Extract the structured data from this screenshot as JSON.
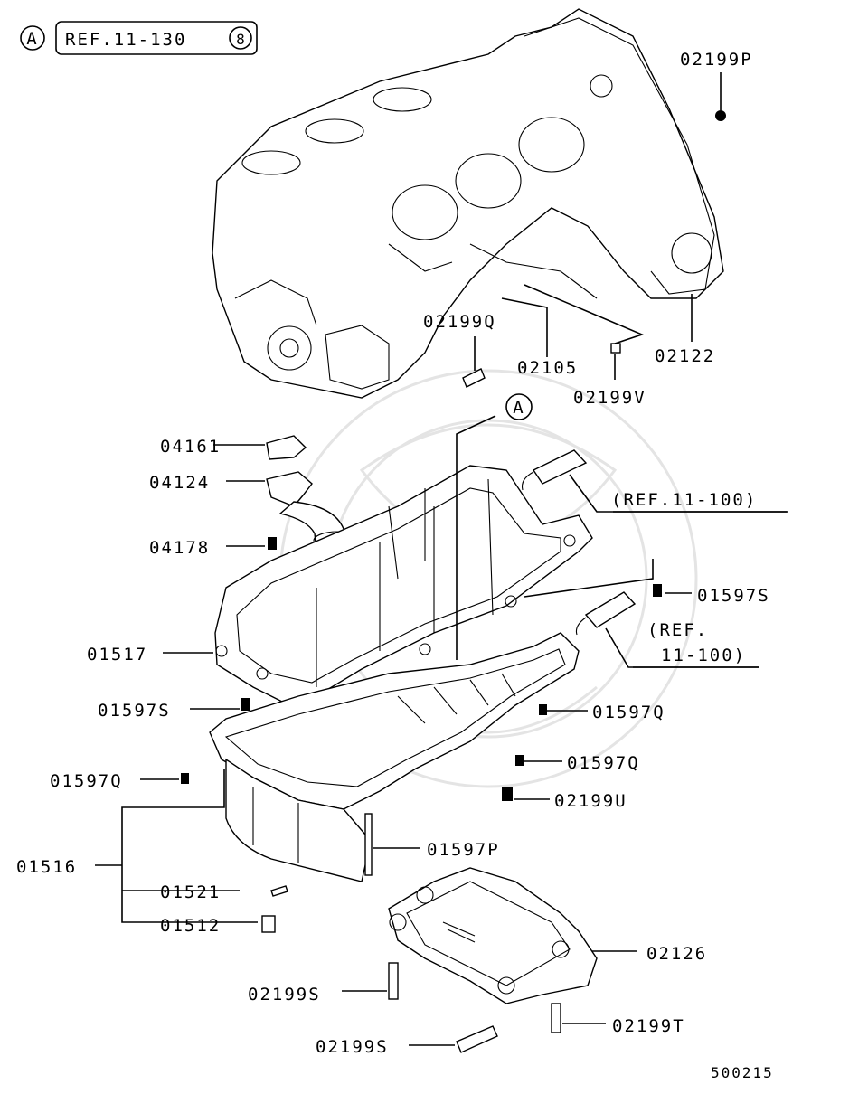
{
  "header": {
    "ref_circle_letter": "A",
    "ref_box_text": "REF.11-130",
    "ref_box_circle_number": "8"
  },
  "callouts": {
    "p02199P": "02199P",
    "p02199Q": "02199Q",
    "p02105": "02105",
    "p02122": "02122",
    "p02199V": "02199V",
    "circle_A": "A",
    "p04161": "04161",
    "p04124": "04124",
    "ref_11_100_upper": "(REF.11-100)",
    "p04178": "04178",
    "p01597S_right": "01597S",
    "ref_11_100_lower_line1": "(REF.",
    "ref_11_100_lower_line2": "11-100)",
    "p01517": "01517",
    "p01597S_left": "01597S",
    "p01597Q_right1": "01597Q",
    "p01597Q_right2": "01597Q",
    "p01597Q_left": "01597Q",
    "p02199U": "02199U",
    "p01597P": "01597P",
    "p01516": "01516",
    "p01521": "01521",
    "p01512": "01512",
    "p02126": "02126",
    "p02199S_1": "02199S",
    "p02199T": "02199T",
    "p02199S_2": "02199S"
  },
  "footer": {
    "diagram_code": "500215"
  }
}
